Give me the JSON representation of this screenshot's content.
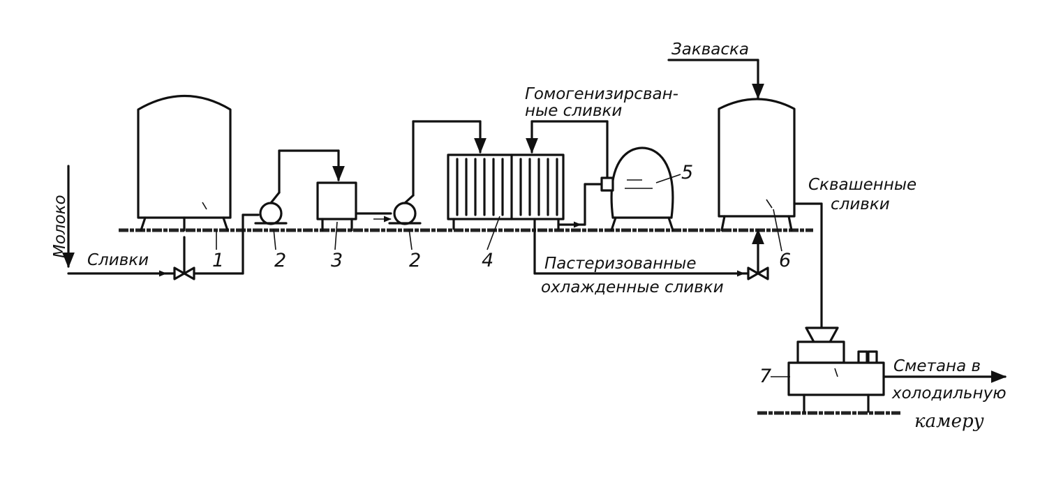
{
  "labels": {
    "moloko": "Молоко",
    "slivki": "Сливки",
    "zakvaska": "Закваска",
    "homogenized_line1": "Гомогенизирсван-",
    "homogenized_line2": "ные сливки",
    "pasteurized_line1": "Пастеризованные",
    "pasteurized_line2": "охлажденные сливки",
    "soured_line1": "Сквашенные",
    "soured_line2": "сливки",
    "output_line1": "Сметана в",
    "output_line2": "холодильную",
    "output_line3": "камеру"
  },
  "numbers": {
    "n1": "1",
    "n2a": "2",
    "n3": "3",
    "n2b": "2",
    "n4": "4",
    "n5": "5",
    "n6": "6",
    "n7": "7"
  },
  "colors": {
    "ink": "#111111",
    "background": "#ffffff"
  }
}
